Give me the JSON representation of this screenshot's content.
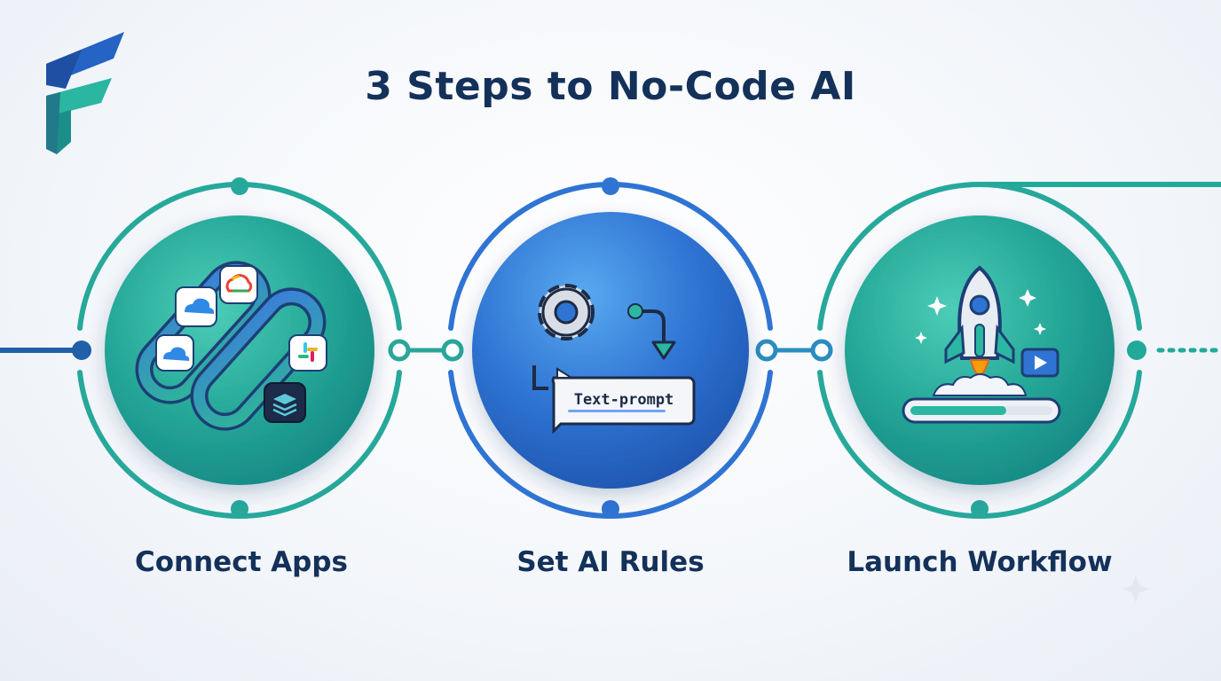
{
  "title": "3 Steps to No-Code AI",
  "steps": [
    {
      "label": "Connect Apps",
      "icon": "chain-link-icon"
    },
    {
      "label": "Set AI Rules",
      "icon": "gear-flow-icon",
      "prompt_text": "Text-prompt"
    },
    {
      "label": "Launch Workflow",
      "icon": "rocket-icon"
    }
  ],
  "colors": {
    "title": "#14315a",
    "teal": "#2bb1a0",
    "teal_dark": "#178f86",
    "blue": "#2f74d3",
    "blue_dark": "#2159b8",
    "connector": "#215fa9"
  }
}
